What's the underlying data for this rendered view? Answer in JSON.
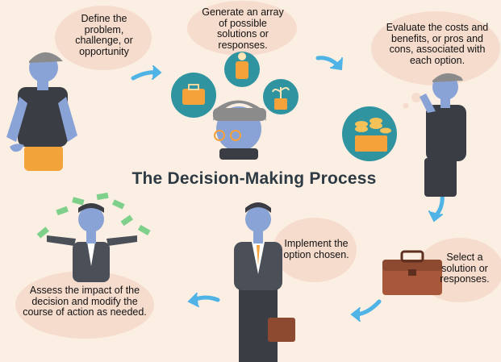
{
  "title": "The Decision-Making Process",
  "steps": [
    {
      "text": "Define the problem, challenge, or opportunity",
      "icon": "frustrated-man-icon"
    },
    {
      "text": "Generate an array of possible solutions or responses.",
      "icon": "thinking-man-icon"
    },
    {
      "text": "Evaluate the costs and benefits, or pros and cons, associated with each option.",
      "icon": "money-stack-icon"
    },
    {
      "text": "Select a solution or responses.",
      "icon": "briefcase-icon"
    },
    {
      "text": "Implement the option chosen.",
      "icon": "businessman-icon"
    },
    {
      "text": "Assess the impact of the decision and modify the course of action as needed.",
      "icon": "money-rain-icon"
    }
  ],
  "colors": {
    "background": "#fbefe3",
    "bubble": "#f6dccd",
    "arrow": "#4fb3e6",
    "teal": "#2f93a0",
    "title": "#2d3a44"
  }
}
